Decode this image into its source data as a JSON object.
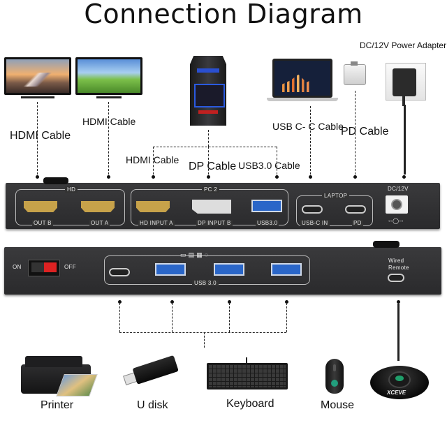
{
  "title": "Connection Diagram",
  "top_labels": {
    "hdmi_cable_left": "HDMI Cable",
    "hdmi_cable_right": "HDMI Cable",
    "hdmi_cable_pc": "HDMI Cable",
    "dp_cable": "DP Cable",
    "usb3_cable": "USB3.0 Cable",
    "usbc_cable": "USB C- C Cable",
    "pd_cable": "PD Cable",
    "power_adapter": "DC/12V Power Adapter"
  },
  "front_panel": {
    "group_hd": "HD",
    "out_b": "OUT B",
    "out_a": "OUT A",
    "group_pc2": "PC 2",
    "hd_input_a": "HD INPUT A",
    "dp_input_b": "DP INPUT B",
    "usb30": "USB3.0",
    "group_laptop": "LAPTOP",
    "usbc_in": "USB-C IN",
    "pd": "PD",
    "dc12v": "DC/12V"
  },
  "back_panel": {
    "on": "ON",
    "off": "OFF",
    "usb_30": "USB 3.0",
    "wired_remote": "Wired Remote"
  },
  "devices": {
    "printer": "Printer",
    "udisk": "U disk",
    "keyboard": "Keyboard",
    "mouse": "Mouse",
    "remote_brand": "XCEVE"
  },
  "colors": {
    "panel": "#333335",
    "hdmi_port": "#c7a24a",
    "usb_blue": "#2a66c8"
  }
}
